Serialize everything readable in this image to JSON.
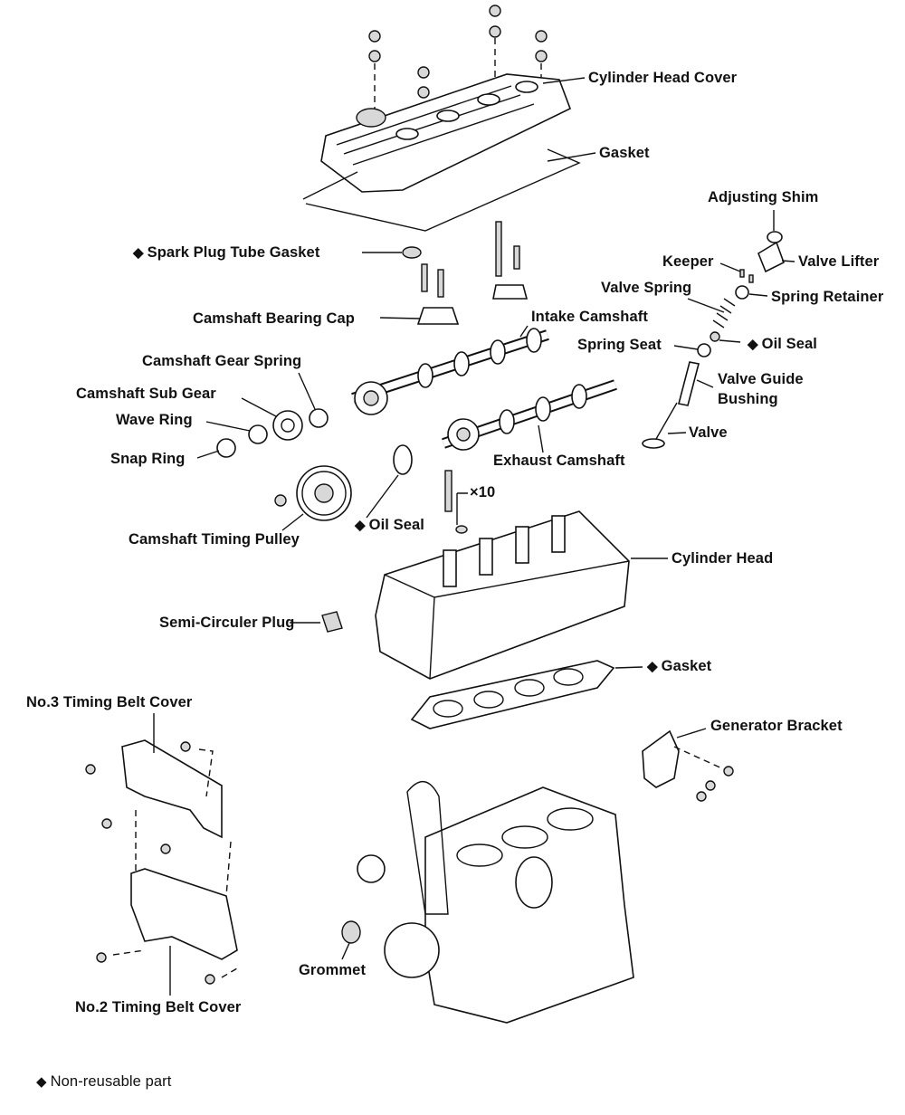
{
  "diagram": {
    "labels": {
      "cylinder_head_cover": "Cylinder Head Cover",
      "gasket_cover": "Gasket",
      "adjusting_shim": "Adjusting Shim",
      "spark_plug_tube_gasket": "Spark Plug Tube Gasket",
      "keeper": "Keeper",
      "valve_lifter": "Valve Lifter",
      "valve_spring": "Valve Spring",
      "spring_retainer": "Spring Retainer",
      "camshaft_bearing_cap": "Camshaft Bearing Cap",
      "intake_camshaft": "Intake Camshaft",
      "spring_seat": "Spring Seat",
      "oil_seal_valve": "Oil Seal",
      "camshaft_gear_spring": "Camshaft Gear Spring",
      "valve_guide_bushing_1": "Valve Guide",
      "valve_guide_bushing_2": "Bushing",
      "camshaft_sub_gear": "Camshaft Sub Gear",
      "wave_ring": "Wave Ring",
      "valve": "Valve",
      "snap_ring": "Snap Ring",
      "exhaust_camshaft": "Exhaust Camshaft",
      "bolt_count": "×10",
      "oil_seal_camshaft": "Oil Seal",
      "camshaft_timing_pulley": "Camshaft Timing Pulley",
      "cylinder_head": "Cylinder Head",
      "semi_circuler_plug": "Semi-Circuler Plug",
      "gasket_head": "Gasket",
      "no3_timing_belt_cover": "No.3 Timing Belt Cover",
      "generator_bracket": "Generator Bracket",
      "grommet": "Grommet",
      "no2_timing_belt_cover": "No.2 Timing Belt Cover"
    },
    "non_reusable_marker": "◆",
    "legend": {
      "marker": "◆",
      "text": "Non-reusable part"
    }
  }
}
